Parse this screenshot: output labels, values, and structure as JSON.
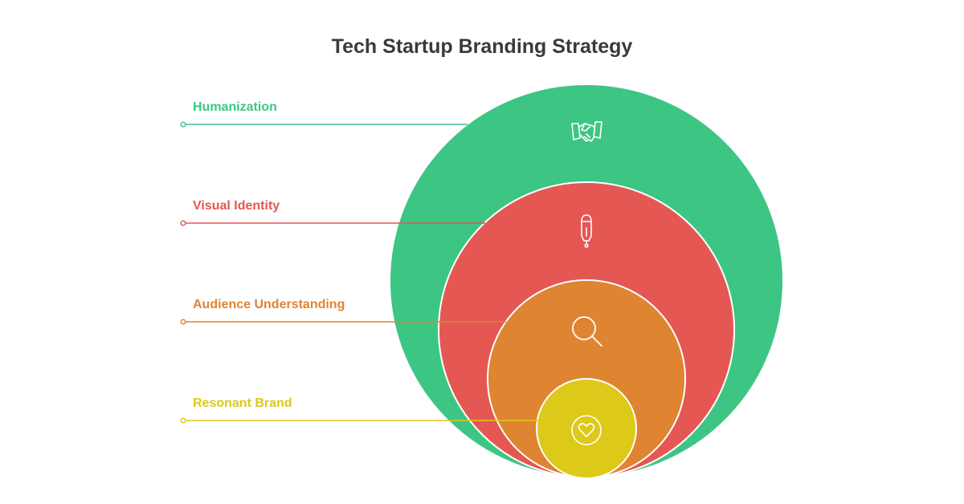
{
  "title": "Tech Startup Branding Strategy",
  "layers": [
    {
      "label": "Humanization",
      "color": "#3DC584",
      "icon": "handshake-icon"
    },
    {
      "label": "Visual Identity",
      "color": "#E55753",
      "icon": "pen-tool-icon"
    },
    {
      "label": "Audience Understanding",
      "color": "#DF8431",
      "icon": "magnifier-icon"
    },
    {
      "label": "Resonant Brand",
      "color": "#DDC919",
      "icon": "heart-circle-icon"
    }
  ]
}
